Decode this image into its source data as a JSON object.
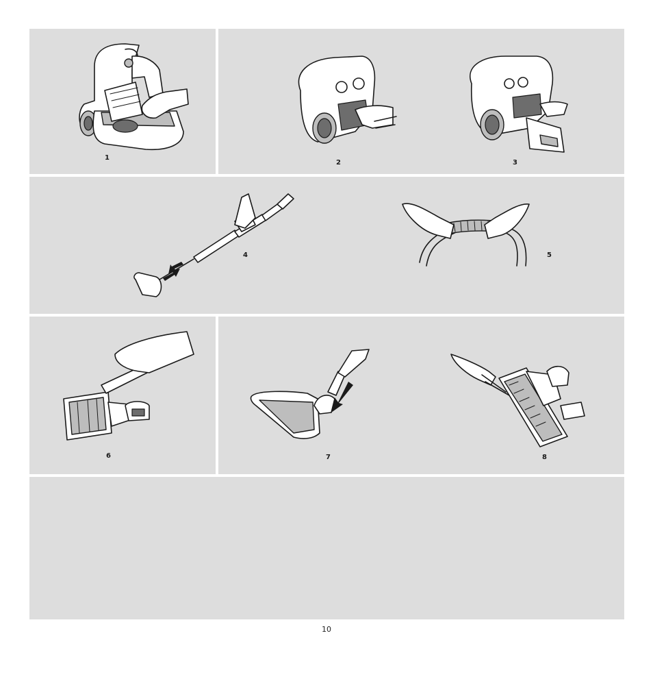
{
  "steps": [
    {
      "number": "1",
      "illustration": "vacuum-lid-open-bag-icon"
    },
    {
      "number": "2",
      "illustration": "vacuum-remove-filter-icon"
    },
    {
      "number": "3",
      "illustration": "vacuum-filter-cassette-icon"
    },
    {
      "number": "4",
      "illustration": "telescopic-tube-adjust-icon"
    },
    {
      "number": "5",
      "illustration": "hose-bend-icon"
    },
    {
      "number": "6",
      "illustration": "floor-nozzle-parked-icon"
    },
    {
      "number": "7",
      "illustration": "floor-nozzle-attach-icon"
    },
    {
      "number": "8",
      "illustration": "nozzle-brush-cut-icon"
    }
  ],
  "page_number": "10"
}
